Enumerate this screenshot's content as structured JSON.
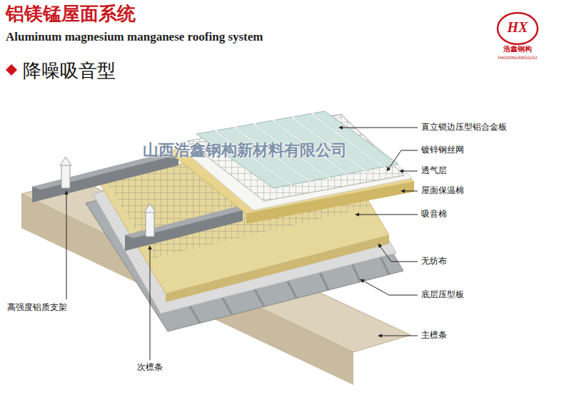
{
  "diagram": {
    "title": "铝镁锰屋面系统",
    "labels": [
      "Aluminum magnesium manganese roofing system",
      "降噪吸音型",
      "HX",
      "浩鑫钢构",
      "HAOXINGANGGOU",
      "山西浩鑫钢构新材料有限公司",
      "直立锁边压型铝合金板",
      "镀锌钢丝网",
      "透气层",
      "屋面保温棉",
      "吸音棉",
      "无纺布",
      "底层压型板",
      "主檩条",
      "高强度铝质支架",
      "次檩条"
    ]
  }
}
